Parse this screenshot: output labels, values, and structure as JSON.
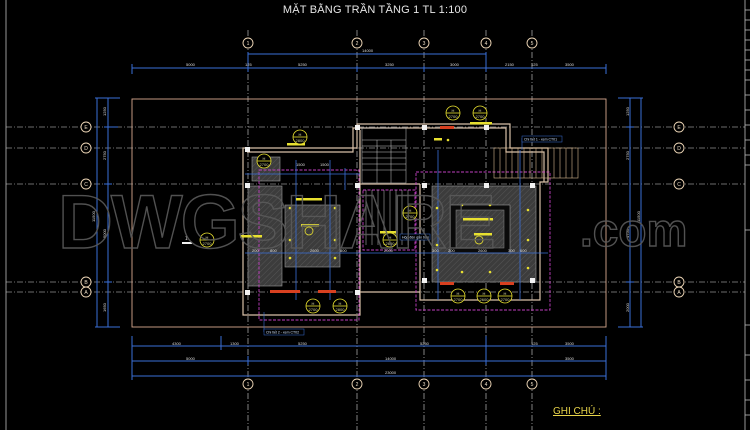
{
  "drawing": {
    "title": "MẶT BẰNG TRẦN TẦNG 1 TL 1:100",
    "notes_heading": "GHI CHÚ :",
    "watermark": {
      "main": "DWGSHARE",
      "suffix": ".com"
    },
    "colors": {
      "background": "#000000",
      "grid_axis": "#d8d8d8",
      "dimension": "#3a6fd8",
      "wall": "#d8c0a8",
      "ceiling": "#8a8a8a",
      "magenta": "#c040c0",
      "light": "#e8e030",
      "bubble": "#f0d8b8",
      "red_mark": "#d84020"
    },
    "top_dimensions": {
      "overall": "14000",
      "segments": [
        "5000",
        "125",
        "5250",
        "3250",
        "3000",
        "2150",
        "125",
        "3500"
      ]
    },
    "bottom_dimensions": {
      "row1": [
        "4300",
        "1300",
        "5250",
        "5250",
        "125",
        "3500"
      ],
      "row2": [
        "5000",
        "14000",
        "3500"
      ],
      "row3": [
        "23000"
      ]
    },
    "left_dimensions": {
      "overall": "11500",
      "segments": [
        "1250",
        "2750",
        "5000",
        "1650"
      ]
    },
    "right_dimensions": {
      "overall": "11500",
      "segments": [
        "1250",
        "2750",
        "4750",
        "2000"
      ]
    },
    "axis_top": [
      "1",
      "2",
      "3",
      "4",
      "5"
    ],
    "axis_bottom": [
      "1",
      "2",
      "3",
      "4",
      "5"
    ],
    "axis_left": [
      "A",
      "B",
      "C",
      "D",
      "E"
    ],
    "axis_right": [
      "A",
      "B",
      "C",
      "D",
      "E"
    ],
    "ceiling_tags": [
      {
        "code": "H",
        "height": "2800"
      },
      {
        "code": "H",
        "height": "2700"
      },
      {
        "code": "H",
        "height": "2700"
      },
      {
        "code": "H",
        "height": "2700"
      },
      {
        "code": "H",
        "height": "2800"
      },
      {
        "code": "H",
        "height": "2700"
      },
      {
        "code": "H",
        "height": "2700"
      },
      {
        "code": "H",
        "height": "2700"
      },
      {
        "code": "H",
        "height": "2600"
      },
      {
        "code": "H",
        "height": "2700"
      },
      {
        "code": "H",
        "height": "2600"
      },
      {
        "code": "H",
        "height": "2700"
      }
    ],
    "callouts": {
      "detail_1": "Chi tiết 1 - xem CT01",
      "detail_2": "Chi tiết 2 - xem CT02",
      "box_label": "Hộp đèn gắn trần",
      "section_mark": "1"
    },
    "inner_dims": [
      "1500",
      "1500",
      "200",
      "800",
      "2600",
      "800",
      "300",
      "200",
      "2600",
      "300",
      "600",
      "200",
      "2000",
      "700"
    ]
  }
}
